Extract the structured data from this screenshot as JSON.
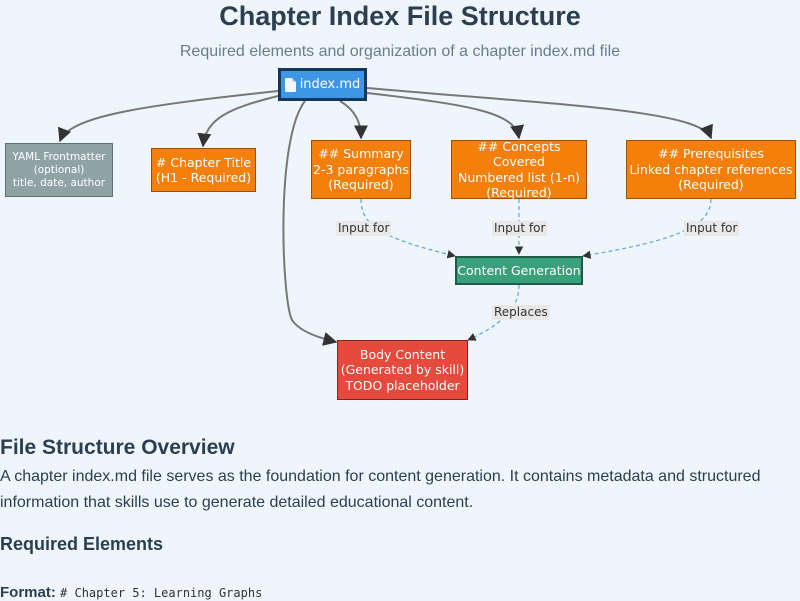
{
  "diagram": {
    "title": "Chapter Index File Structure",
    "subtitle": "Required elements and organization of a chapter index.md file",
    "nodes": {
      "root": {
        "label": "index.md",
        "icon": "file-icon",
        "color": "#3f96e6"
      },
      "yaml": {
        "lines": [
          "YAML Frontmatter",
          "(optional)",
          "title, date, author"
        ],
        "color": "#8fa3a5"
      },
      "chapter_title": {
        "lines": [
          "# Chapter Title",
          "(H1 - Required)"
        ],
        "color": "#f47f0a"
      },
      "summary": {
        "lines": [
          "## Summary",
          "2-3 paragraphs",
          "(Required)"
        ],
        "color": "#f47f0a"
      },
      "concepts": {
        "lines": [
          "## Concepts Covered",
          "Numbered list (1-n)",
          "(Required)"
        ],
        "color": "#f47f0a"
      },
      "prerequisites": {
        "lines": [
          "## Prerequisites",
          "Linked chapter references",
          "(Required)"
        ],
        "color": "#f47f0a"
      },
      "content_generation": {
        "label": "Content Generation",
        "color": "#3aa07b"
      },
      "body": {
        "lines": [
          "Body Content",
          "(Generated by skill)",
          "TODO placeholder"
        ],
        "color": "#e64a3c"
      }
    },
    "edge_labels": {
      "summary_to_gen": "Input for",
      "concepts_to_gen": "Input for",
      "prereq_to_gen": "Input for",
      "gen_to_body": "Replaces"
    }
  },
  "content": {
    "overview_heading": "File Structure Overview",
    "overview_text": "A chapter index.md file serves as the foundation for content generation. It contains metadata and structured information that skills use to generate detailed educational content.",
    "required_heading": "Required Elements",
    "format_label": "Format:",
    "format_code": "# Chapter 5: Learning Graphs"
  }
}
